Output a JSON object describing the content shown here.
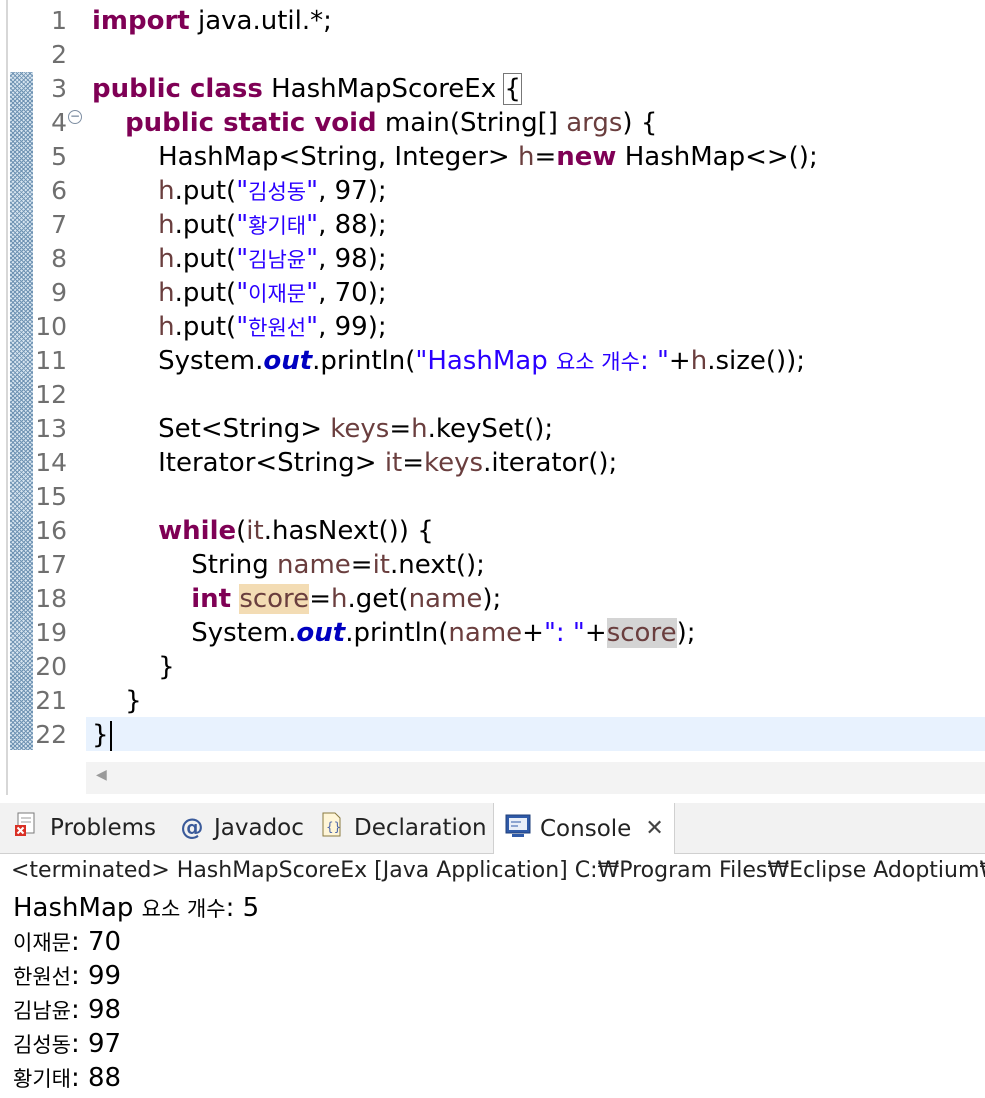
{
  "editor": {
    "line_numbers": [
      "1",
      "2",
      "3",
      "4",
      "5",
      "6",
      "7",
      "8",
      "9",
      "10",
      "11",
      "12",
      "13",
      "14",
      "15",
      "16",
      "17",
      "18",
      "19",
      "20",
      "21",
      "22"
    ],
    "code": {
      "l1_kw": "import",
      "l1_rest": " java.util.*;",
      "l3_kw": "public class",
      "l3_name": " HashMapScoreEx ",
      "l3_brace": "{",
      "l4_kw": "public static void",
      "l4_a": " main(String[] ",
      "l4_args": "args",
      "l4_b": ") {",
      "l5_a": "HashMap<String, Integer> ",
      "l5_h": "h",
      "l5_eq": "=",
      "l5_new": "new",
      "l5_b": " HashMap<>();",
      "put": [
        {
          "var": "h",
          "mid": ".put(",
          "q1": "\"",
          "name": "김성동",
          "q2": "\"",
          "tail": ", 97);"
        },
        {
          "var": "h",
          "mid": ".put(",
          "q1": "\"",
          "name": "황기태",
          "q2": "\"",
          "tail": ", 88);"
        },
        {
          "var": "h",
          "mid": ".put(",
          "q1": "\"",
          "name": "김남윤",
          "q2": "\"",
          "tail": ", 98);"
        },
        {
          "var": "h",
          "mid": ".put(",
          "q1": "\"",
          "name": "이재문",
          "q2": "\"",
          "tail": ", 70);"
        },
        {
          "var": "h",
          "mid": ".put(",
          "q1": "\"",
          "name": "한원선",
          "q2": "\"",
          "tail": ", 99);"
        }
      ],
      "l11_a": "System.",
      "l11_out": "out",
      "l11_b": ".println(",
      "l11_s1": "\"HashMap ",
      "l11_ko": "요소 개수",
      "l11_s2": ": \"",
      "l11_c": "+",
      "l11_h": "h",
      "l11_d": ".size());",
      "l13_a": "Set<String> ",
      "l13_keys": "keys",
      "l13_eq": "=",
      "l13_h": "h",
      "l13_b": ".keySet();",
      "l14_a": "Iterator<String> ",
      "l14_it": "it",
      "l14_eq": "=",
      "l14_keys": "keys",
      "l14_b": ".iterator();",
      "l16_kw": "while",
      "l16_a": "(",
      "l16_it": "it",
      "l16_b": ".hasNext()) {",
      "l17_a": "String ",
      "l17_name": "name",
      "l17_eq": "=",
      "l17_it": "it",
      "l17_b": ".next();",
      "l18_kw": "int",
      "l18_sp": " ",
      "l18_score": "score",
      "l18_eq": "=",
      "l18_h": "h",
      "l18_a": ".get(",
      "l18_name": "name",
      "l18_b": ");",
      "l19_a": "System.",
      "l19_out": "out",
      "l19_b": ".println(",
      "l19_name": "name",
      "l19_c": "+",
      "l19_s": "\": \"",
      "l19_d": "+",
      "l19_score": "score",
      "l19_e": ");",
      "l20": "}",
      "l21": "}",
      "l22": "}"
    }
  },
  "panel": {
    "tabs": {
      "problems": "Problems",
      "javadoc": "Javadoc",
      "declaration": "Declaration",
      "console": "Console"
    },
    "console_header": "<terminated> HashMapScoreEx [Java Application] C:₩Program Files₩Eclipse Adoptium₩jdk",
    "output": {
      "o1_a": "HashMap ",
      "o1_ko": "요소 개수",
      "o1_b": ": 5",
      "rows": [
        {
          "name": "이재문",
          "val": ": 70"
        },
        {
          "name": "한원선",
          "val": ": 99"
        },
        {
          "name": "김남윤",
          "val": ": 98"
        },
        {
          "name": "김성동",
          "val": ": 97"
        },
        {
          "name": "황기태",
          "val": ": 88"
        }
      ]
    }
  }
}
